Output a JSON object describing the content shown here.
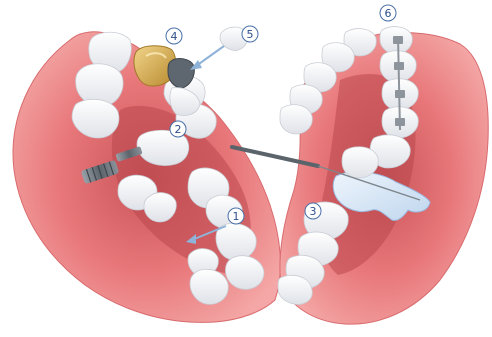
{
  "callouts": [
    {
      "id": "1",
      "label": "1"
    },
    {
      "id": "2",
      "label": "2"
    },
    {
      "id": "3",
      "label": "3"
    },
    {
      "id": "4",
      "label": "4"
    },
    {
      "id": "5",
      "label": "5"
    },
    {
      "id": "6",
      "label": "6"
    }
  ],
  "colors": {
    "gum": "#e8777a",
    "gum_light": "#f4a7a6",
    "gum_dark": "#c85559",
    "tooth": "#ffffff",
    "tooth_shade": "#e4e6ea",
    "crown_gold": "#d9b25a",
    "implant_metal": "#6f7780",
    "brace": "#8d949c",
    "veneer": "#d6e6f6",
    "callout_stroke": "#4a6fa8",
    "arrow": "#8fb3d8"
  }
}
